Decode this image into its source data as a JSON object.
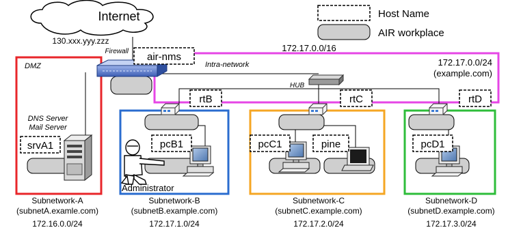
{
  "internet": {
    "label": "Internet",
    "ip": "130.xxx.yyy.zzz"
  },
  "firewall": {
    "label": "Firewall"
  },
  "legend": {
    "host_name": "Host Name",
    "air_workplace": "AIR workplace"
  },
  "hosts": {
    "air_nms": "air-nms",
    "srvA1": "srvA1",
    "pcB1": "pcB1",
    "pcC1": "pcC1",
    "pine": "pine",
    "pcD1": "pcD1",
    "rtB": "rtB",
    "rtC": "rtC",
    "rtD": "rtD"
  },
  "intranet": {
    "label": "Intra-network",
    "net16": "172.17.0.0/16",
    "net24": "172.17.0.0/24",
    "domain": "(example.com)",
    "hub": "HUB"
  },
  "dmz": {
    "label": "DMZ",
    "dns": "DNS Server",
    "mail": "Mail Server"
  },
  "administrator": "Administrator",
  "subnets": {
    "a": {
      "name": "Subnetwork-A",
      "domain": "(subnetA.examle.com)",
      "net": "172.16.0.0/24",
      "color": "#e8262a"
    },
    "b": {
      "name": "Subnetwork-B",
      "domain": "(subnetB.example.com)",
      "net": "172.17.1.0/24",
      "color": "#2a6ccf"
    },
    "c": {
      "name": "Subnetwork-C",
      "domain": "(subnetC.example.com)",
      "net": "172.17.2.0/24",
      "color": "#f5a623"
    },
    "d": {
      "name": "Subnetwork-D",
      "domain": "(subnetD.example.com)",
      "net": "172.17.3.0/24",
      "color": "#2ebd3a"
    }
  },
  "colors": {
    "intranet": "#e646e6",
    "workplace": "#cfcfcf",
    "firewall": "#4a72c8"
  }
}
